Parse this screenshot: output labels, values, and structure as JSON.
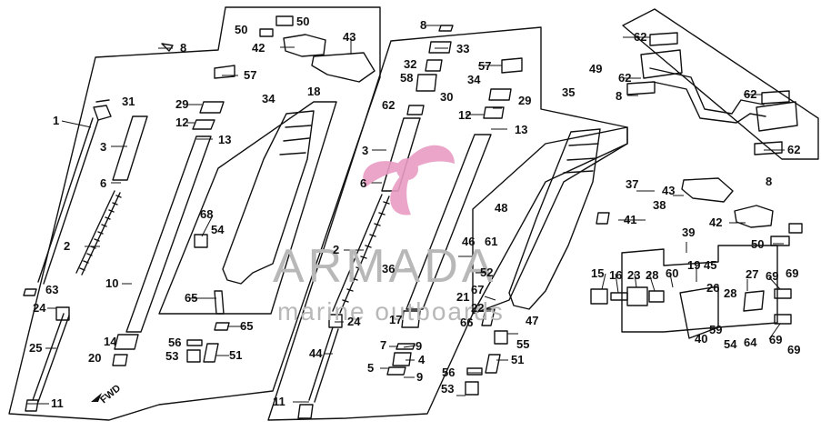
{
  "watermark": {
    "brand": "ARMADA",
    "tagline": "marine outboards",
    "logo_color": "#e89cc4"
  },
  "direction_label": "FWD",
  "callouts": [
    {
      "id": "c1",
      "text": "1"
    },
    {
      "id": "c2",
      "text": "2"
    },
    {
      "id": "c3",
      "text": "3"
    },
    {
      "id": "c6",
      "text": "6"
    },
    {
      "id": "c8",
      "text": "8"
    },
    {
      "id": "c10",
      "text": "10"
    },
    {
      "id": "c11",
      "text": "11"
    },
    {
      "id": "c12",
      "text": "12"
    },
    {
      "id": "c13",
      "text": "13"
    },
    {
      "id": "c14",
      "text": "14"
    },
    {
      "id": "c20",
      "text": "20"
    },
    {
      "id": "c24",
      "text": "24"
    },
    {
      "id": "c25",
      "text": "25"
    },
    {
      "id": "c29",
      "text": "29"
    },
    {
      "id": "c31",
      "text": "31"
    },
    {
      "id": "c34",
      "text": "34"
    },
    {
      "id": "c18",
      "text": "18"
    },
    {
      "id": "c50",
      "text": "50"
    },
    {
      "id": "c50b",
      "text": "50"
    },
    {
      "id": "c42",
      "text": "42"
    },
    {
      "id": "c43",
      "text": "43"
    },
    {
      "id": "c57",
      "text": "57"
    },
    {
      "id": "c63",
      "text": "63"
    },
    {
      "id": "c65",
      "text": "65"
    },
    {
      "id": "c65b",
      "text": "65"
    },
    {
      "id": "c68",
      "text": "68"
    },
    {
      "id": "c54",
      "text": "54"
    },
    {
      "id": "c56",
      "text": "56"
    },
    {
      "id": "c53",
      "text": "53"
    },
    {
      "id": "c51",
      "text": "51"
    },
    {
      "id": "c8b",
      "text": "8"
    },
    {
      "id": "c33",
      "text": "33"
    },
    {
      "id": "c32",
      "text": "32"
    },
    {
      "id": "c58",
      "text": "58"
    },
    {
      "id": "c30",
      "text": "30"
    },
    {
      "id": "c62",
      "text": "62"
    },
    {
      "id": "c3b",
      "text": "3"
    },
    {
      "id": "c6b",
      "text": "6"
    },
    {
      "id": "c2b",
      "text": "2"
    },
    {
      "id": "c24b",
      "text": "24"
    },
    {
      "id": "c44",
      "text": "44"
    },
    {
      "id": "c11b",
      "text": "11"
    },
    {
      "id": "c34b",
      "text": "34"
    },
    {
      "id": "c57b",
      "text": "57"
    },
    {
      "id": "c29b",
      "text": "29"
    },
    {
      "id": "c12b",
      "text": "12"
    },
    {
      "id": "c13b",
      "text": "13"
    },
    {
      "id": "c35",
      "text": "35"
    },
    {
      "id": "c36",
      "text": "36"
    },
    {
      "id": "c17",
      "text": "17"
    },
    {
      "id": "c48",
      "text": "48"
    },
    {
      "id": "c46",
      "text": "46"
    },
    {
      "id": "c61",
      "text": "61"
    },
    {
      "id": "c52",
      "text": "52"
    },
    {
      "id": "c21",
      "text": "21"
    },
    {
      "id": "c67",
      "text": "67"
    },
    {
      "id": "c22",
      "text": "22"
    },
    {
      "id": "c66",
      "text": "66"
    },
    {
      "id": "c47",
      "text": "47"
    },
    {
      "id": "c55",
      "text": "55"
    },
    {
      "id": "c7",
      "text": "7"
    },
    {
      "id": "c9",
      "text": "9"
    },
    {
      "id": "c4",
      "text": "4"
    },
    {
      "id": "c5",
      "text": "5"
    },
    {
      "id": "c9b",
      "text": "9"
    },
    {
      "id": "c56b",
      "text": "56"
    },
    {
      "id": "c51b",
      "text": "51"
    },
    {
      "id": "c53b",
      "text": "53"
    },
    {
      "id": "c49",
      "text": "49"
    },
    {
      "id": "c62a",
      "text": "62"
    },
    {
      "id": "c62b",
      "text": "62"
    },
    {
      "id": "c8c",
      "text": "8"
    },
    {
      "id": "c62c",
      "text": "62"
    },
    {
      "id": "c62d",
      "text": "62"
    },
    {
      "id": "c8d",
      "text": "8"
    },
    {
      "id": "c37",
      "text": "37"
    },
    {
      "id": "c38",
      "text": "38"
    },
    {
      "id": "c41",
      "text": "41"
    },
    {
      "id": "c43b",
      "text": "43"
    },
    {
      "id": "c42b",
      "text": "42"
    },
    {
      "id": "c50c",
      "text": "50"
    },
    {
      "id": "c39",
      "text": "39"
    },
    {
      "id": "c15",
      "text": "15"
    },
    {
      "id": "c16",
      "text": "16"
    },
    {
      "id": "c23",
      "text": "23"
    },
    {
      "id": "c28",
      "text": "28"
    },
    {
      "id": "c60",
      "text": "60"
    },
    {
      "id": "c19",
      "text": "19"
    },
    {
      "id": "c45",
      "text": "45"
    },
    {
      "id": "c27",
      "text": "27"
    },
    {
      "id": "c69",
      "text": "69"
    },
    {
      "id": "c69b",
      "text": "69"
    },
    {
      "id": "c26",
      "text": "26"
    },
    {
      "id": "c28b",
      "text": "28"
    },
    {
      "id": "c59",
      "text": "59"
    },
    {
      "id": "c40",
      "text": "40"
    },
    {
      "id": "c54b",
      "text": "54"
    },
    {
      "id": "c64",
      "text": "64"
    },
    {
      "id": "c69c",
      "text": "69"
    },
    {
      "id": "c69d",
      "text": "69"
    }
  ]
}
